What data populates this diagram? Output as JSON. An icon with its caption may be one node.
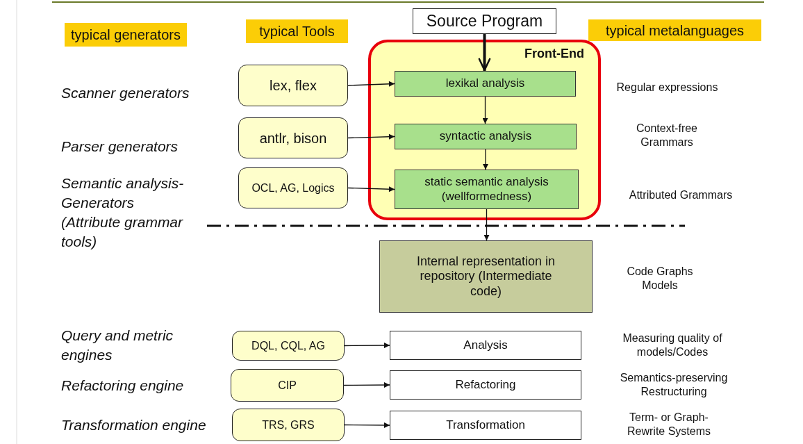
{
  "diagram": {
    "nodes": [
      {
        "text": [
          "typical generators"
        ]
      },
      {
        "text": [
          "typical Tools"
        ]
      },
      {
        "text": [
          "Source Program"
        ]
      },
      {
        "text": [
          "typical metalanguages"
        ]
      },
      {
        "text": [
          "Front-End"
        ]
      },
      {
        "text": [
          "lexikal analysis"
        ],
        "in": 4
      },
      {
        "text": [
          "syntactic analysis"
        ],
        "in": 4
      },
      {
        "text": [
          "static semantic analysis (wellformedness)"
        ],
        "in": 4
      },
      {
        "text": [
          "lex, flex"
        ]
      },
      {
        "text": [
          "antlr, bison"
        ]
      },
      {
        "text": [
          "OCL, AG, Logics"
        ]
      },
      {
        "text": [
          "Internal representation in repository (Intermediate code)"
        ]
      },
      {
        "text": [
          "DQL, CQL, AG"
        ]
      },
      {
        "text": [
          "Analysis"
        ]
      },
      {
        "text": [
          "CIP"
        ]
      },
      {
        "text": [
          "Refactoring"
        ]
      },
      {
        "text": [
          "TRS, GRS"
        ]
      },
      {
        "text": [
          "Transformation"
        ]
      }
    ],
    "edges": [
      {
        "from": 2,
        "to": 5,
        "arrow": "to",
        "style": "thick"
      },
      {
        "from": 5,
        "to": 6,
        "arrow": "to"
      },
      {
        "from": 6,
        "to": 7,
        "arrow": "to"
      },
      {
        "from": 7,
        "to": 11,
        "arrow": "to"
      },
      {
        "from": 8,
        "to": 5,
        "arrow": "to"
      },
      {
        "from": 9,
        "to": 6,
        "arrow": "to"
      },
      {
        "from": 10,
        "to": 7,
        "arrow": "to"
      },
      {
        "from": 12,
        "to": 13,
        "arrow": "to"
      },
      {
        "from": 14,
        "to": 15,
        "arrow": "to"
      },
      {
        "from": 16,
        "to": 17,
        "arrow": "to"
      }
    ],
    "labels": [
      "Scanner generators",
      "Regular expressions",
      "Parser generators",
      "Context-free Grammars",
      "Semantic analysis-Generators (Attribute grammar tools)",
      "Attributed Grammars",
      "Code Graphs Models",
      "Query and metric engines",
      "Measuring quality of models/Codes",
      "Refactoring engine",
      "Semantics-preserving Restructuring",
      "Transformation engine",
      "Term- or Graph-Rewrite Systems"
    ]
  }
}
